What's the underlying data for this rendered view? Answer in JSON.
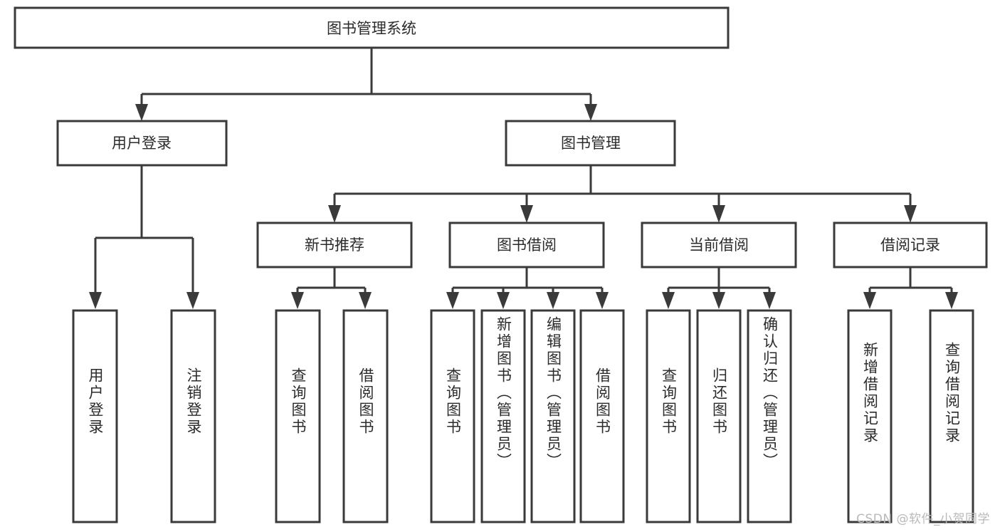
{
  "diagram": {
    "title": "图书管理系统",
    "watermark": "CSDN @软件_小贺同学",
    "orientation": "top-down",
    "colors": {
      "background": "#ffffff",
      "box_fill": "#ffffff",
      "box_stroke": "#3a3a3a",
      "link": "#3a3a3a",
      "text": "#2b2b2b",
      "watermark": "#b9b9b9"
    },
    "nodes": {
      "root": {
        "label": "图书管理系统",
        "level": 1,
        "text_direction": "horizontal"
      },
      "l2": [
        {
          "id": "user-login",
          "label": "用户登录",
          "level": 2,
          "text_direction": "horizontal"
        },
        {
          "id": "book-manage",
          "label": "图书管理",
          "level": 2,
          "text_direction": "horizontal"
        }
      ],
      "l3": [
        {
          "id": "new-book-recommend",
          "label": "新书推荐",
          "level": 3,
          "text_direction": "horizontal",
          "parent": "book-manage"
        },
        {
          "id": "book-borrow",
          "label": "图书借阅",
          "level": 3,
          "text_direction": "horizontal",
          "parent": "book-manage"
        },
        {
          "id": "current-borrow",
          "label": "当前借阅",
          "level": 3,
          "text_direction": "horizontal",
          "parent": "book-manage"
        },
        {
          "id": "borrow-record",
          "label": "借阅记录",
          "level": 3,
          "text_direction": "horizontal",
          "parent": "book-manage"
        }
      ],
      "leaves": [
        {
          "id": "leaf-user-login",
          "label": "用户登录",
          "parent": "user-login",
          "text_direction": "vertical"
        },
        {
          "id": "leaf-logout-login",
          "label": "注销登录",
          "parent": "user-login",
          "text_direction": "vertical"
        },
        {
          "id": "leaf-query-book-1",
          "label": "查询图书",
          "parent": "new-book-recommend",
          "text_direction": "vertical"
        },
        {
          "id": "leaf-borrow-book-1",
          "label": "借阅图书",
          "parent": "new-book-recommend",
          "text_direction": "vertical"
        },
        {
          "id": "leaf-query-book-2",
          "label": "查询图书",
          "parent": "book-borrow",
          "text_direction": "vertical"
        },
        {
          "id": "leaf-add-book",
          "label": "新增图书（管理员）",
          "parent": "book-borrow",
          "text_direction": "vertical"
        },
        {
          "id": "leaf-edit-book",
          "label": "编辑图书（管理员）",
          "parent": "book-borrow",
          "text_direction": "vertical"
        },
        {
          "id": "leaf-borrow-book-2",
          "label": "借阅图书",
          "parent": "book-borrow",
          "text_direction": "vertical"
        },
        {
          "id": "leaf-query-book-3",
          "label": "查询图书",
          "parent": "current-borrow",
          "text_direction": "vertical"
        },
        {
          "id": "leaf-return-book",
          "label": "归还图书",
          "parent": "current-borrow",
          "text_direction": "vertical"
        },
        {
          "id": "leaf-confirm-return",
          "label": "确认归还（管理员）",
          "parent": "current-borrow",
          "text_direction": "vertical"
        },
        {
          "id": "leaf-add-record",
          "label": "新增借阅记录",
          "parent": "borrow-record",
          "text_direction": "vertical"
        },
        {
          "id": "leaf-query-record",
          "label": "查询借阅记录",
          "parent": "borrow-record",
          "text_direction": "vertical"
        }
      ]
    }
  }
}
